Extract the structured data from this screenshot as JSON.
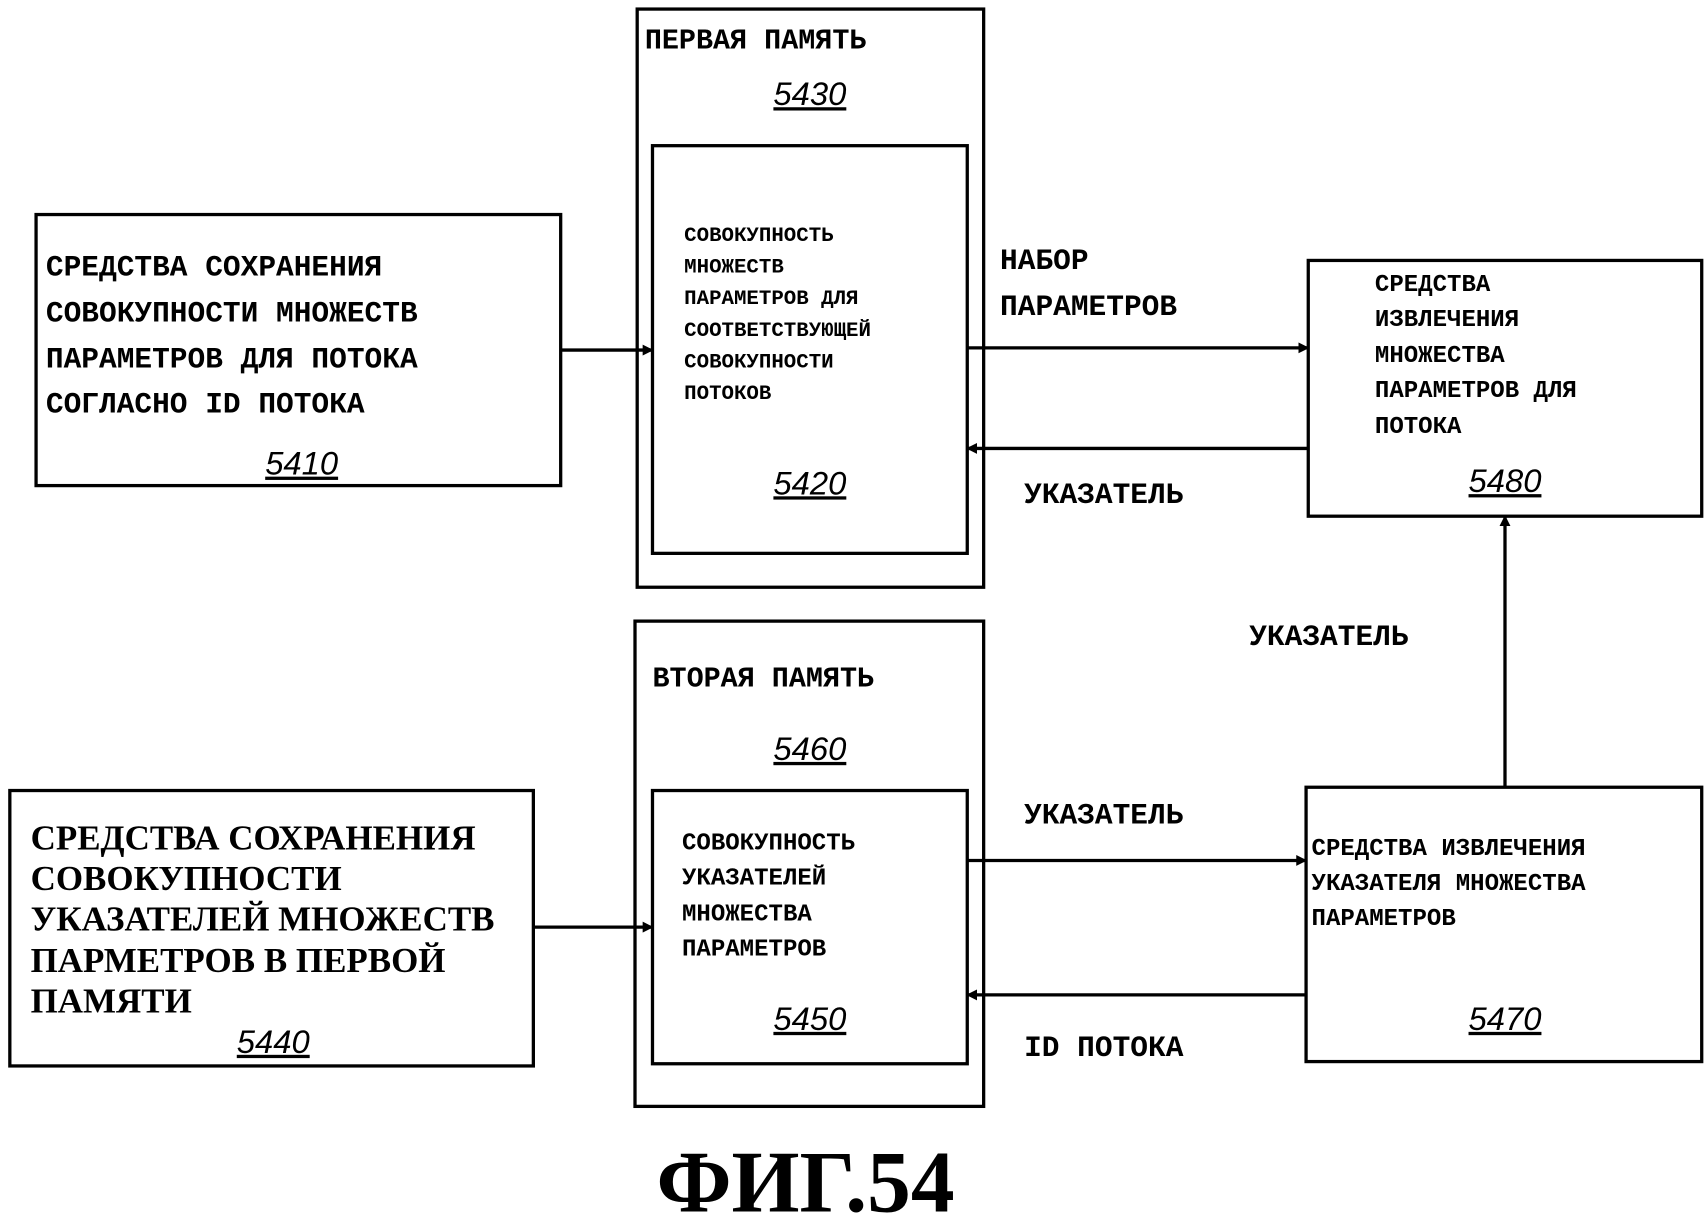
{
  "figure_label": "ФИГ.54",
  "blocks": {
    "b5410": {
      "lines": [
        "СРЕДСТВА СОХРАНЕНИЯ",
        "СОВОКУПНОСТИ МНОЖЕСТВ",
        "ПАРАМЕТРОВ ДЛЯ ПОТОКА",
        "СОГЛАСНО ID ПОТОКА"
      ],
      "ref": "5410"
    },
    "b5430": {
      "lines": [
        "ПЕРВАЯ ПАМЯТЬ"
      ],
      "ref": "5430"
    },
    "b5420": {
      "lines": [
        "СОВОКУПНОСТЬ",
        "МНОЖЕСТВ",
        "ПАРАМЕТРОВ ДЛЯ",
        "СООТВЕТСТВУЮЩЕЙ",
        "СОВОКУПНОСТИ",
        "ПОТОКОВ"
      ],
      "ref": "5420"
    },
    "b5480": {
      "lines": [
        "СРЕДСТВА",
        "ИЗВЛЕЧЕНИЯ",
        "МНОЖЕСТВА",
        "ПАРАМЕТРОВ ДЛЯ",
        "ПОТОКА"
      ],
      "ref": "5480"
    },
    "b5460": {
      "lines": [
        "ВТОРАЯ ПАМЯТЬ"
      ],
      "ref": "5460"
    },
    "b5450": {
      "lines": [
        "СОВОКУПНОСТЬ",
        "УКАЗАТЕЛЕЙ",
        "МНОЖЕСТВА",
        "ПАРАМЕТРОВ"
      ],
      "ref": "5450"
    },
    "b5440": {
      "lines": [
        "СРЕДСТВА СОХРАНЕНИЯ",
        "СОВОКУПНОСТИ",
        "УКАЗАТЕЛЕЙ МНОЖЕСТВ",
        "ПАРМЕТРОВ В ПЕРВОЙ",
        "ПАМЯТИ"
      ],
      "ref": "5440"
    },
    "b5470": {
      "lines": [
        "СРЕДСТВА ИЗВЛЕЧЕНИЯ",
        "УКАЗАТЕЛЯ МНОЖЕСТВА",
        "ПАРАМЕТРОВ"
      ],
      "ref": "5470"
    }
  },
  "arrow_labels": {
    "param_set": [
      "НАБОР",
      "ПАРАМЕТРОВ"
    ],
    "pointer_top": "УКАЗАТЕЛЬ",
    "pointer_vertical": "УКАЗАТЕЛЬ",
    "pointer_bottom": "УКАЗАТЕЛЬ",
    "flow_id": "ID ПОТОКА"
  }
}
